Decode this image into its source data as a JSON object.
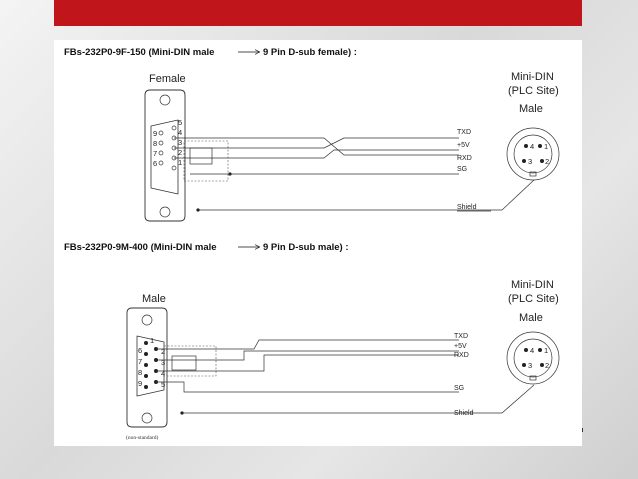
{
  "diagram_top": {
    "title": "FBs-232P0-9F-150 (Mini-DIN male",
    "title_tail": "9 Pin D-sub female) :",
    "dsub_label": "Female",
    "dsub_pins_top": [
      "5",
      "4",
      "3",
      "2",
      "1"
    ],
    "dsub_pins_bottom": [
      "9",
      "8",
      "7",
      "6"
    ],
    "minidin_label_1": "Mini-DIN",
    "minidin_label_2": "(PLC Site)",
    "minidin_gender": "Male",
    "minidin_pins": [
      "4",
      "1",
      "3",
      "2"
    ],
    "signals": [
      "TXD",
      "+5V",
      "RXD",
      "SG"
    ],
    "shield": "Shield"
  },
  "diagram_bottom": {
    "title": "FBs-232P0-9M-400 (Mini-DIN male",
    "title_tail": "9 Pin D-sub male) :",
    "dsub_label": "Male",
    "dsub_pins_top": [
      "1",
      "2",
      "3",
      "4",
      "5"
    ],
    "dsub_pins_bottom": [
      "6",
      "7",
      "8",
      "9"
    ],
    "minidin_label_1": "Mini-DIN",
    "minidin_label_2": "(PLC Site)",
    "minidin_gender": "Male",
    "minidin_pins": [
      "4",
      "1",
      "3",
      "2"
    ],
    "signals": [
      "TXD",
      "+5V",
      "RXD",
      "SG"
    ],
    "shield": "Shield",
    "note": "(non-standard)"
  },
  "colors": {
    "header_bar": "#c0151b",
    "panel": "#ffffff",
    "line": "#333333"
  }
}
